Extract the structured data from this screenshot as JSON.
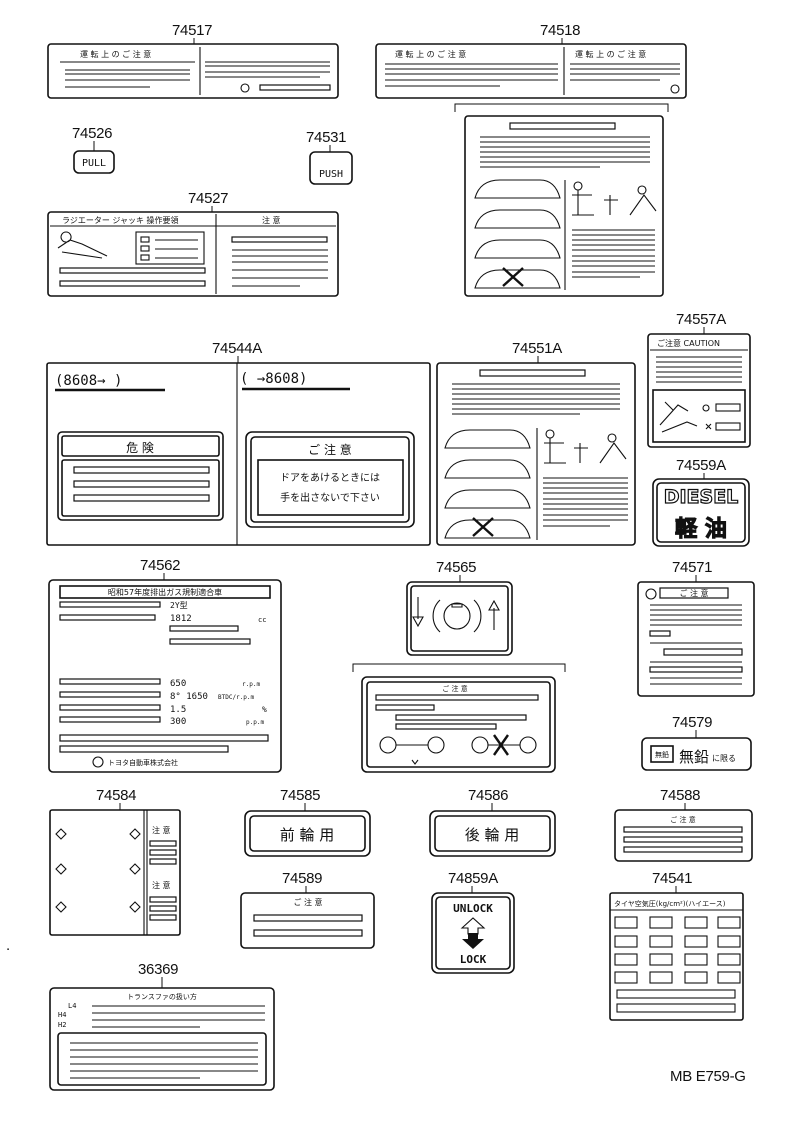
{
  "parts": {
    "p74517": "74517",
    "p74518": "74518",
    "p74526": "74526",
    "p74531": "74531",
    "p74527": "74527",
    "p74544A": "74544A",
    "p74551A": "74551A",
    "p74557A": "74557A",
    "p74559A": "74559A",
    "p74562": "74562",
    "p74565": "74565",
    "p74571": "74571",
    "p74579": "74579",
    "p74584": "74584",
    "p74585": "74585",
    "p74586": "74586",
    "p74588": "74588",
    "p74589": "74589",
    "p74859A": "74859A",
    "p74541": "74541",
    "p36369": "36369"
  },
  "labels": {
    "pull": "PULL",
    "push": "PUSH",
    "range_left": "(8608→          )",
    "range_right": "(          →8608)",
    "kiken": "危 険",
    "go_chui": "ご 注 意",
    "door_line1": "ドアをあけるときには",
    "door_line2": "手を出さないで下さい",
    "caution": "ご注意 CAUTION",
    "diesel": "DIESEL",
    "keiyu": "軽 油",
    "zen_rin": "前 輪 用",
    "kou_rin": "後 輪 用",
    "unlock": "UNLOCK",
    "lock": "LOCK",
    "muen": "無鉛",
    "muen_small": "に限る",
    "muen_badge": "無鉛",
    "chui": "注 意",
    "unten1": "運 転 上 の ご 注 意",
    "radiator": "ラジエーター ジャッキ 操作要領",
    "emission_title": "昭和57年度排出ガス規制適合車",
    "engine": "2Y型",
    "displacement": "1812",
    "disp_unit": "cc",
    "rpm_idle": "650",
    "rpm_unit": "r.p.m",
    "timing": "8° 1650",
    "timing_unit": "BTDC/r.p.m",
    "co": "1.5",
    "co_unit": "%",
    "hc": "300",
    "hc_unit": "p.p.m",
    "maker": "トヨタ自動車株式会社",
    "transfer": "トランスファの扱い方",
    "l4": "L4",
    "h4": "H4",
    "h2": "H2",
    "tire": "タイヤ空気圧(kg/cm²)(ハイエース)",
    "footer": "MB  E759-G"
  }
}
